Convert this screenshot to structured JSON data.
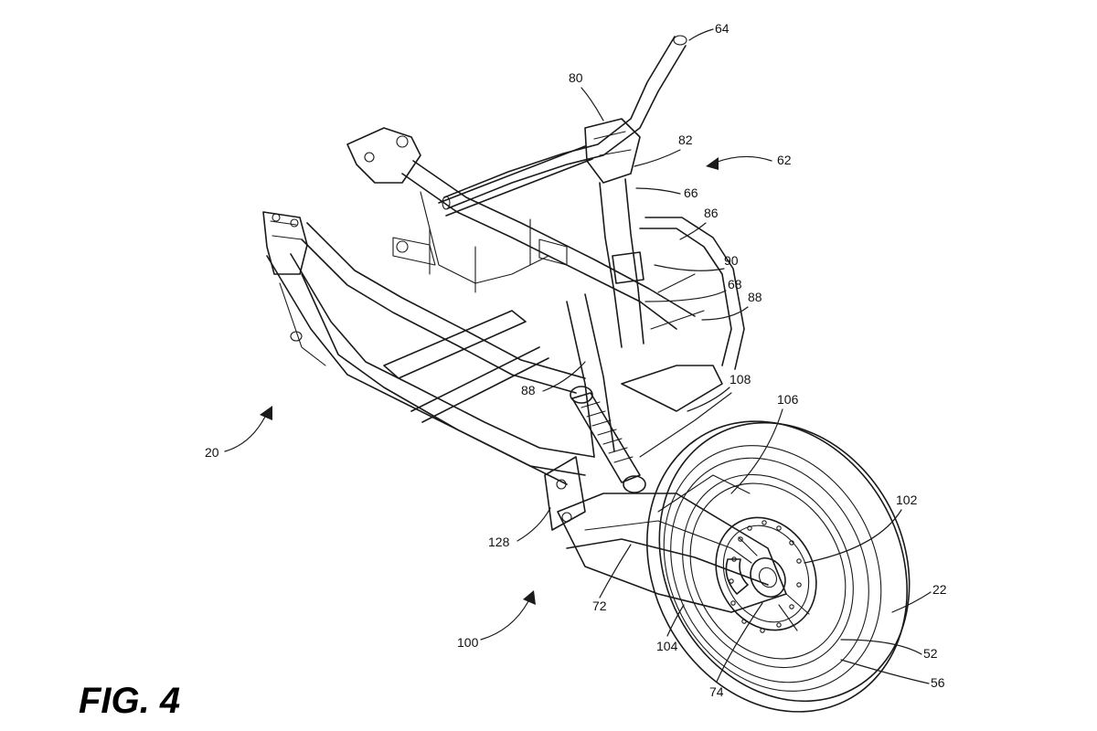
{
  "figure": {
    "caption": "FIG. 4",
    "reference_numerals": {
      "r20": "20",
      "r22": "22",
      "r52": "52",
      "r56": "56",
      "r62": "62",
      "r64": "64",
      "r66": "66",
      "r68": "68",
      "r72": "72",
      "r74": "74",
      "r80": "80",
      "r82": "82",
      "r86": "86",
      "r88a": "88",
      "r88b": "88",
      "r90": "90",
      "r100": "100",
      "r102": "102",
      "r104": "104",
      "r106": "106",
      "r108": "108",
      "r128": "128"
    }
  }
}
